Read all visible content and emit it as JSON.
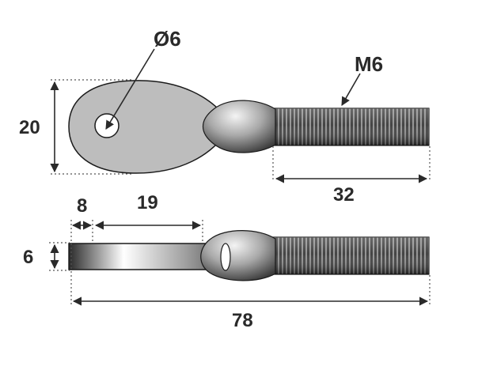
{
  "labels": {
    "hole_diameter": "Ø6",
    "thread": "M6",
    "eye_height": "20",
    "thread_length": "32",
    "eye_offset": "8",
    "hole_to_neck": "19",
    "thickness": "6",
    "overall_length": "78"
  },
  "colors": {
    "eye_fill": "#bdbdbd",
    "outline": "#1a1a1a",
    "dimension_line": "#2a2a2a",
    "dotted_guide": "#555555",
    "thread_dark": "#2e2e2e",
    "thread_light": "#9a9a9a"
  }
}
